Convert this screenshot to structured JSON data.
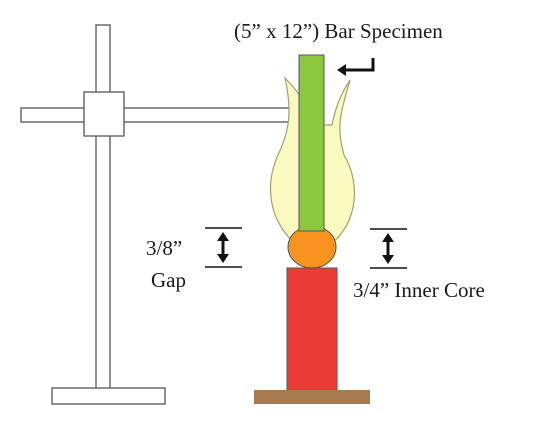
{
  "labels": {
    "specimen": "(5” x 12”) Bar Specimen",
    "gap_size": "3/8”",
    "gap_word": "Gap",
    "core": "3/4” Inner Core"
  },
  "colors": {
    "stand": "#ffffff",
    "stand_outline": "#555555",
    "specimen": "#8dc63f",
    "flame": "#fafac0",
    "flame_outline": "#a0a06a",
    "inner_core": "#f7931e",
    "burner": "#ee3a37",
    "base": "#a87a50"
  },
  "icons": [
    "arrow-pointer-icon",
    "double-arrow-icon"
  ]
}
